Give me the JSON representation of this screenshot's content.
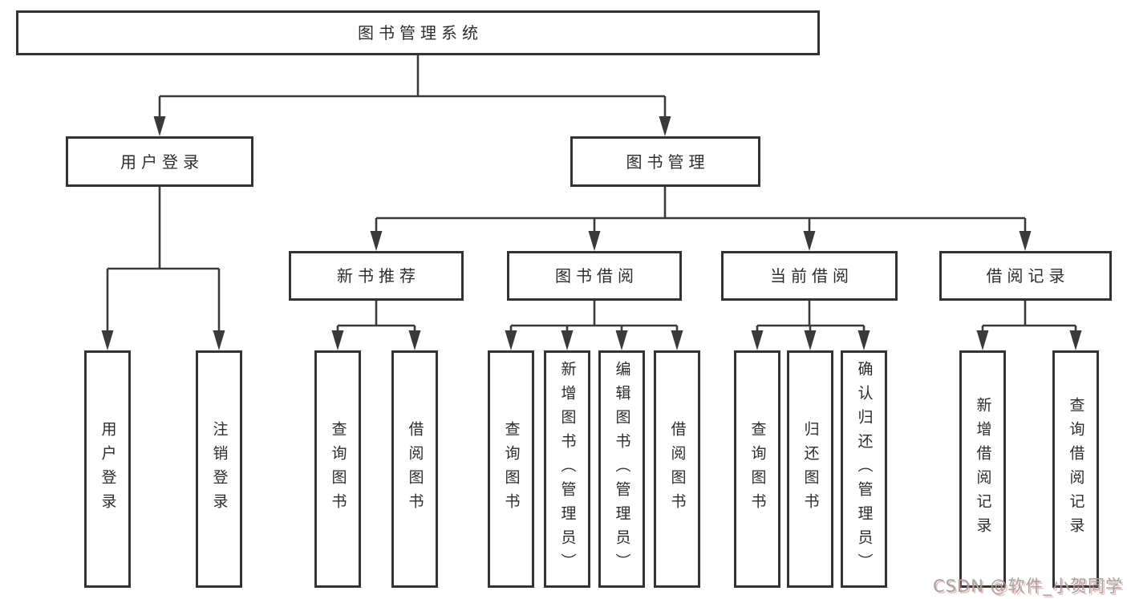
{
  "diagram": {
    "type": "hierarchy-tree",
    "title": "图书管理系统",
    "watermark": "CSDN @软件_小贺同学",
    "colors": {
      "background": "#ffffff",
      "line": "#3a3a3a",
      "box_border": "#333333",
      "text": "#2d2d2d",
      "watermark_gray": "#a3a3a3",
      "watermark_red_tint": "#e26262"
    }
  },
  "nodes": {
    "root": {
      "id": "root",
      "label": "图书管理系统"
    },
    "level2": [
      {
        "id": "user-login",
        "label": "用户登录",
        "parent": "root"
      },
      {
        "id": "book-management",
        "label": "图书管理",
        "parent": "root"
      }
    ],
    "level3": [
      {
        "id": "new-book-recommend",
        "label": "新书推荐",
        "parent": "book-management"
      },
      {
        "id": "book-borrow",
        "label": "图书借阅",
        "parent": "book-management"
      },
      {
        "id": "current-borrow",
        "label": "当前借阅",
        "parent": "book-management"
      },
      {
        "id": "borrow-records",
        "label": "借阅记录",
        "parent": "book-management"
      }
    ],
    "leaves": [
      {
        "id": "leaf-user-login",
        "label": "用户登录",
        "parent": "user-login"
      },
      {
        "id": "leaf-logout",
        "label": "注销登录",
        "parent": "user-login"
      },
      {
        "id": "leaf-nb-query-book",
        "label": "查询图书",
        "parent": "new-book-recommend"
      },
      {
        "id": "leaf-nb-borrow-book",
        "label": "借阅图书",
        "parent": "new-book-recommend"
      },
      {
        "id": "leaf-bb-query-book",
        "label": "查询图书",
        "parent": "book-borrow"
      },
      {
        "id": "leaf-bb-add-book-admin",
        "label": "新增图书（管理员）",
        "parent": "book-borrow"
      },
      {
        "id": "leaf-bb-edit-book-admin",
        "label": "编辑图书（管理员）",
        "parent": "book-borrow"
      },
      {
        "id": "leaf-bb-borrow-book",
        "label": "借阅图书",
        "parent": "book-borrow"
      },
      {
        "id": "leaf-cb-query-book",
        "label": "查询图书",
        "parent": "current-borrow"
      },
      {
        "id": "leaf-cb-return-book",
        "label": "归还图书",
        "parent": "current-borrow"
      },
      {
        "id": "leaf-cb-confirm-return-admin",
        "label": "确认归还（管理员）",
        "parent": "current-borrow"
      },
      {
        "id": "leaf-br-add-record",
        "label": "新增借阅记录",
        "parent": "borrow-records"
      },
      {
        "id": "leaf-br-query-record",
        "label": "查询借阅记录",
        "parent": "borrow-records"
      }
    ]
  }
}
